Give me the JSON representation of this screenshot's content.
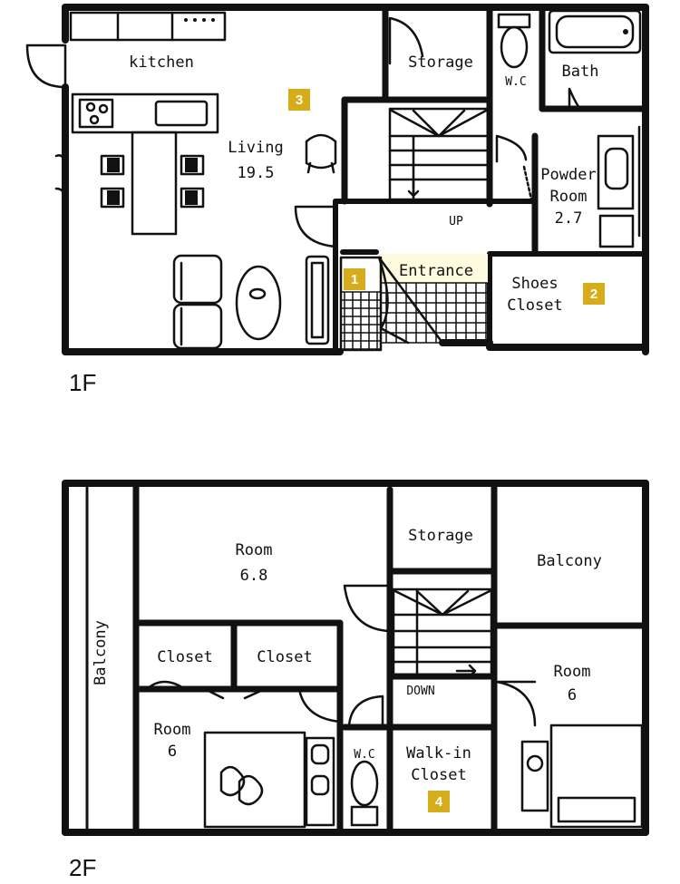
{
  "floors": [
    {
      "label": "1F",
      "rooms": {
        "kitchen": "kitchen",
        "storage": "Storage",
        "wc": "W.C",
        "bath": "Bath",
        "living_name": "Living",
        "living_size": "19.5",
        "powder_name_1": "Powder",
        "powder_name_2": "Room",
        "powder_size": "2.7",
        "up": "UP",
        "entrance": "Entrance",
        "shoes_1": "Shoes",
        "shoes_2": "Closet"
      },
      "markers": [
        "1",
        "2",
        "3"
      ]
    },
    {
      "label": "2F",
      "rooms": {
        "room_a_name": "Room",
        "room_a_size": "6.8",
        "storage": "Storage",
        "balcony_right": "Balcony",
        "balcony_left": "Balcony",
        "closet_1": "Closet",
        "closet_2": "Closet",
        "room_b_name": "Room",
        "room_b_size": "6",
        "room_c_name": "Room",
        "room_c_size": "6",
        "down": "DOWN",
        "wc": "W.C",
        "walkin_1": "Walk-in",
        "walkin_2": "Closet"
      },
      "markers": [
        "4"
      ]
    }
  ],
  "colors": {
    "marker": "#d6ac1a",
    "ink": "#111111",
    "entrance_highlight": "#fffbe0"
  }
}
